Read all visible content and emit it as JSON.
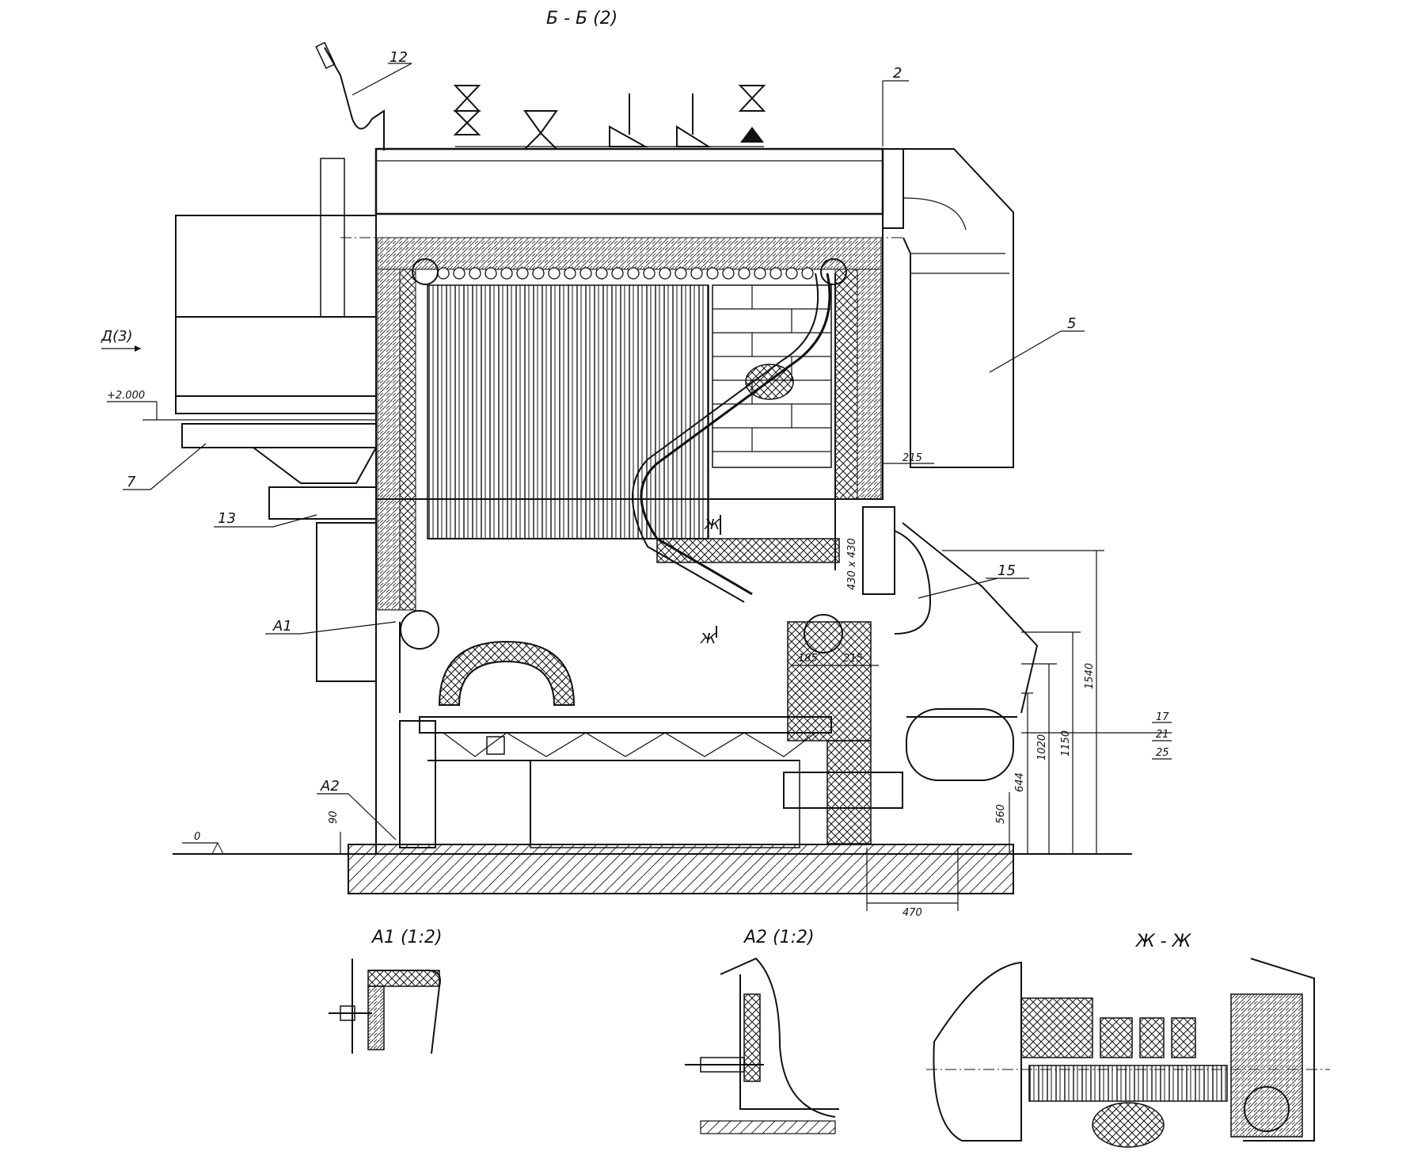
{
  "drawing": {
    "section_title": "Б - Б (2)",
    "view_ref": "Д(3)",
    "elevation_top": "+2.000",
    "elevation_zero": "0",
    "callouts": [
      "12",
      "2",
      "5",
      "7",
      "13",
      "15",
      "А1",
      "А2",
      "Ж"
    ],
    "callout_stack": [
      "17",
      "21",
      "25"
    ],
    "dimensions": {
      "d215_top": "215",
      "d430x430": "430 x 430",
      "d185": "185",
      "d215_mid": "215",
      "d1540": "1540",
      "d1150": "1150",
      "d1020": "1020",
      "d644": "644",
      "d560": "560",
      "d90": "90",
      "d470": "470"
    }
  },
  "details": {
    "a1_title": "А1 (1:2)",
    "a2_title": "А2 (1:2)",
    "zh_title": "Ж - Ж"
  }
}
